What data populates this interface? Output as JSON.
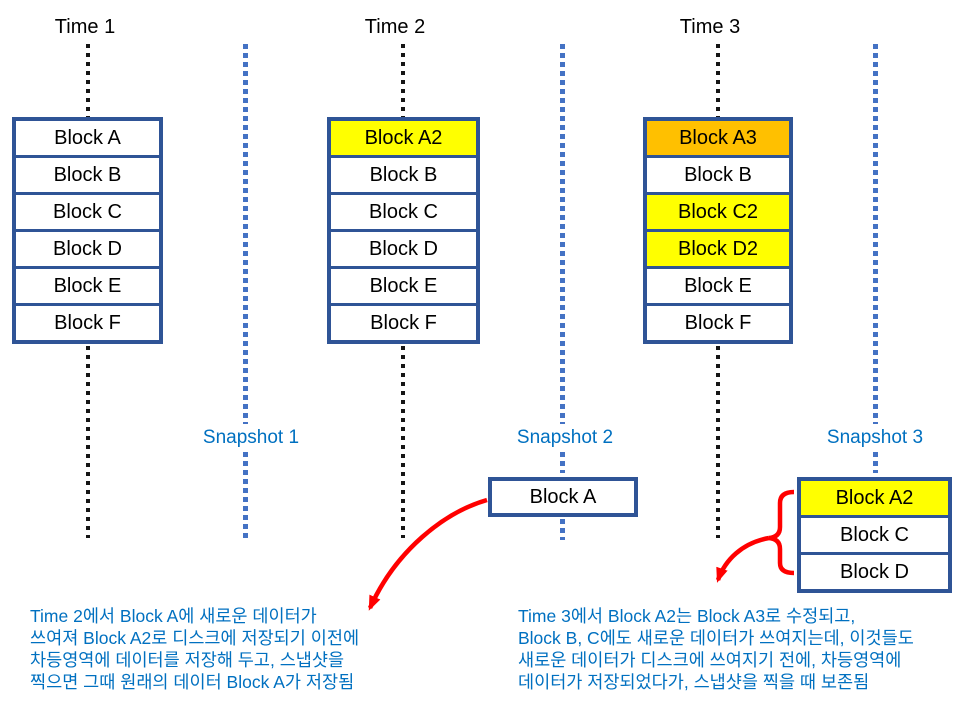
{
  "diagram": {
    "timelines": [
      {
        "label": "Time 1",
        "blocks": [
          {
            "label": "Block A",
            "fill": "#FFFFFF"
          },
          {
            "label": "Block B",
            "fill": "#FFFFFF"
          },
          {
            "label": "Block C",
            "fill": "#FFFFFF"
          },
          {
            "label": "Block D",
            "fill": "#FFFFFF"
          },
          {
            "label": "Block E",
            "fill": "#FFFFFF"
          },
          {
            "label": "Block F",
            "fill": "#FFFFFF"
          }
        ]
      },
      {
        "label": "Time 2",
        "blocks": [
          {
            "label": "Block A2",
            "fill": "#FFFF00"
          },
          {
            "label": "Block B",
            "fill": "#FFFFFF"
          },
          {
            "label": "Block C",
            "fill": "#FFFFFF"
          },
          {
            "label": "Block D",
            "fill": "#FFFFFF"
          },
          {
            "label": "Block E",
            "fill": "#FFFFFF"
          },
          {
            "label": "Block F",
            "fill": "#FFFFFF"
          }
        ]
      },
      {
        "label": "Time 3",
        "blocks": [
          {
            "label": "Block A3",
            "fill": "#FFC000"
          },
          {
            "label": "Block B",
            "fill": "#FFFFFF"
          },
          {
            "label": "Block C2",
            "fill": "#FFFF00"
          },
          {
            "label": "Block D2",
            "fill": "#FFFF00"
          },
          {
            "label": "Block E",
            "fill": "#FFFFFF"
          },
          {
            "label": "Block F",
            "fill": "#FFFFFF"
          }
        ]
      }
    ],
    "snapshots": [
      {
        "label": "Snapshot 1"
      },
      {
        "label": "Snapshot 2",
        "blocks": [
          {
            "label": "Block A",
            "fill": "#FFFFFF"
          }
        ]
      },
      {
        "label": "Snapshot 3",
        "blocks": [
          {
            "label": "Block A2",
            "fill": "#FFFF00"
          },
          {
            "label": "Block C",
            "fill": "#FFFFFF"
          },
          {
            "label": "Block D",
            "fill": "#FFFFFF"
          }
        ]
      }
    ],
    "notes": [
      {
        "lines": [
          "Time 2에서 Block A에 새로운 데이터가",
          "쓰여져 Block A2로 디스크에 저장되기 이전에",
          "차등영역에 데이터를 저장해 두고, 스냅샷을",
          "찍으면 그때 원래의 데이터 Block A가 저장됨"
        ]
      },
      {
        "lines": [
          "Time 3에서 Block A2는 Block A3로 수정되고,",
          "Block B, C에도 새로운 데이터가 쓰여지는데, 이것들도",
          "새로운 데이터가 디스크에 쓰여지기 전에, 차등영역에",
          "데이터가 저장되었다가, 스냅샷을 찍을 때 보존됨"
        ]
      }
    ],
    "colors": {
      "block_border_navy": "#2F5496",
      "highlight_yellow": "#FFFF00",
      "highlight_orange": "#FFC000",
      "snapshot_label_blue": "#0070C0",
      "timeline_dot_blue": "#4472C4",
      "timeline_dot_black": "#151515",
      "annotation_red": "#FF0000",
      "block_text_black": "#000000"
    }
  }
}
